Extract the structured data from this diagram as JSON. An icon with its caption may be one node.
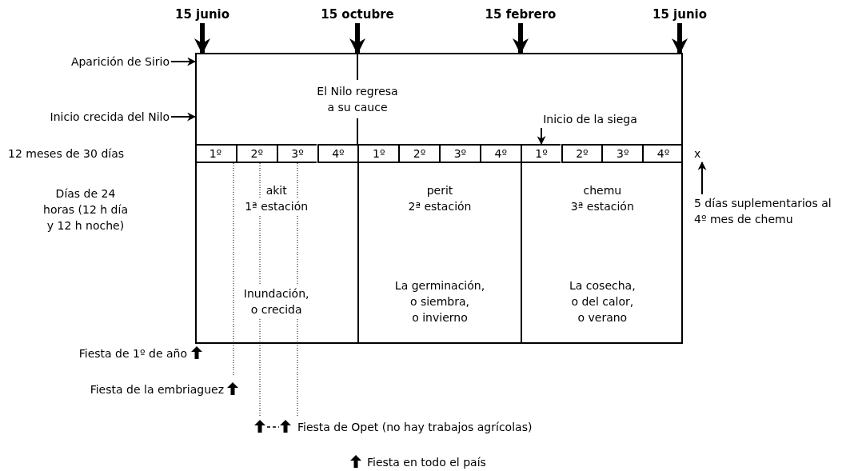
{
  "diagram": {
    "nodes": [
      {
        "text": [],
        "shape": "box"
      },
      {
        "text": [
          "1º"
        ],
        "in": 0
      },
      {
        "text": [
          "2º"
        ],
        "in": 0
      },
      {
        "text": [
          "3º"
        ],
        "in": 0
      },
      {
        "text": [
          "4º"
        ],
        "in": 0
      },
      {
        "text": [
          "1º"
        ],
        "in": 0
      },
      {
        "text": [
          "2º"
        ],
        "in": 0
      },
      {
        "text": [
          "3º"
        ],
        "in": 0
      },
      {
        "text": [
          "4º"
        ],
        "in": 0
      },
      {
        "text": [
          "1º"
        ],
        "in": 0
      },
      {
        "text": [
          "2º"
        ],
        "in": 0
      },
      {
        "text": [
          "3º"
        ],
        "in": 0
      },
      {
        "text": [
          "4º"
        ],
        "in": 0
      },
      {
        "text": [
          "akit",
          "1ª estación",
          "Inundación, o crecida"
        ],
        "in": 0
      },
      {
        "text": [
          "perit",
          "2ª estación",
          "La germinación, o siembra, o invierno"
        ],
        "in": 0
      },
      {
        "text": [
          "chemu",
          "3ª estación",
          "La cosecha, o del calor, o verano"
        ],
        "in": 0
      },
      {
        "text": [
          "15 junio"
        ]
      },
      {
        "text": [
          "15 octubre"
        ]
      },
      {
        "text": [
          "15 febrero"
        ]
      },
      {
        "text": [
          "15 junio"
        ]
      },
      {
        "text": [
          "Aparición de Sirio"
        ]
      },
      {
        "text": [
          "Inicio crecida del Nilo"
        ]
      },
      {
        "text": [
          "Inicio de la siega"
        ],
        "in": 0
      },
      {
        "text": [
          "x"
        ]
      },
      {
        "text": [
          "5 días suplementarios al 4º mes de chemu"
        ]
      }
    ],
    "edges": [
      {
        "from": 16,
        "to": 0,
        "arrow": "to",
        "style": "thick"
      },
      {
        "from": 17,
        "to": 0,
        "arrow": "to",
        "style": "thick"
      },
      {
        "from": 18,
        "to": 0,
        "arrow": "to",
        "style": "thick"
      },
      {
        "from": 19,
        "to": 0,
        "arrow": "to",
        "style": "thick"
      },
      {
        "from": 20,
        "to": 0,
        "arrow": "to"
      },
      {
        "from": 21,
        "to": 0,
        "arrow": "to"
      },
      {
        "from": 22,
        "to": 9,
        "arrow": "to"
      },
      {
        "from": 24,
        "to": 23,
        "arrow": "to"
      }
    ],
    "labels": [
      "El Nilo regresa a su cauce",
      "12 meses de 30 días",
      "Días de 24 horas (12 h día y 12 h noche)",
      "Fiesta de 1º de año",
      "Fiesta de la embriaguez",
      "Fiesta de Opet (no hay trabajos agrícolas)",
      "Fiesta en todo el país"
    ]
  }
}
